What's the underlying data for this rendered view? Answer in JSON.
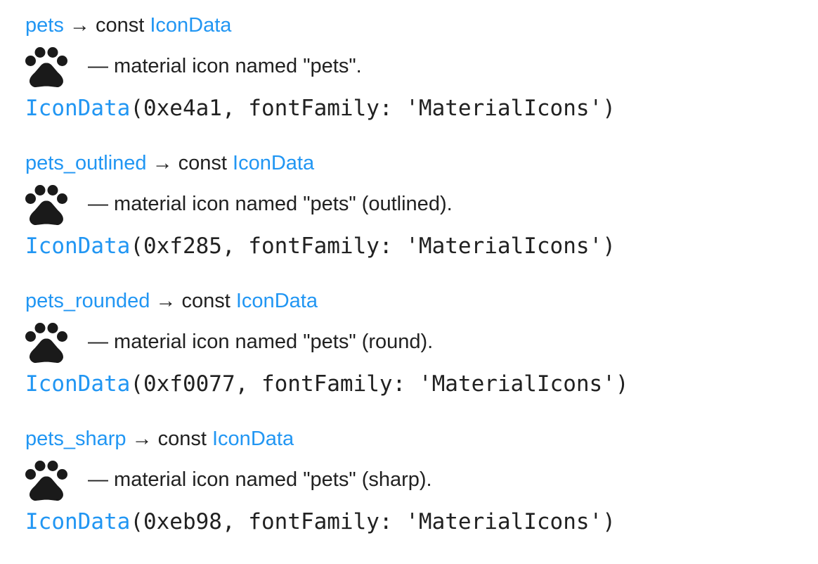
{
  "colors": {
    "link_blue": "#2196F3",
    "body_text": "#212121",
    "icon_black": "#1a1a1a",
    "background": "#ffffff"
  },
  "entries": [
    {
      "name": "pets",
      "sig_middle": " → const ",
      "type": "IconData",
      "description": "— material icon named \"pets\".",
      "code_type": "IconData",
      "code_rest": "(0xe4a1, fontFamily: 'MaterialIcons')"
    },
    {
      "name": "pets_outlined",
      "sig_middle": " → const ",
      "type": "IconData",
      "description": "— material icon named \"pets\" (outlined).",
      "code_type": "IconData",
      "code_rest": "(0xf285, fontFamily: 'MaterialIcons')"
    },
    {
      "name": "pets_rounded",
      "sig_middle": " → const ",
      "type": "IconData",
      "description": "— material icon named \"pets\" (round).",
      "code_type": "IconData",
      "code_rest": "(0xf0077, fontFamily: 'MaterialIcons')"
    },
    {
      "name": "pets_sharp",
      "sig_middle": " → const ",
      "type": "IconData",
      "description": "— material icon named \"pets\" (sharp).",
      "code_type": "IconData",
      "code_rest": "(0xeb98, fontFamily: 'MaterialIcons')"
    }
  ]
}
